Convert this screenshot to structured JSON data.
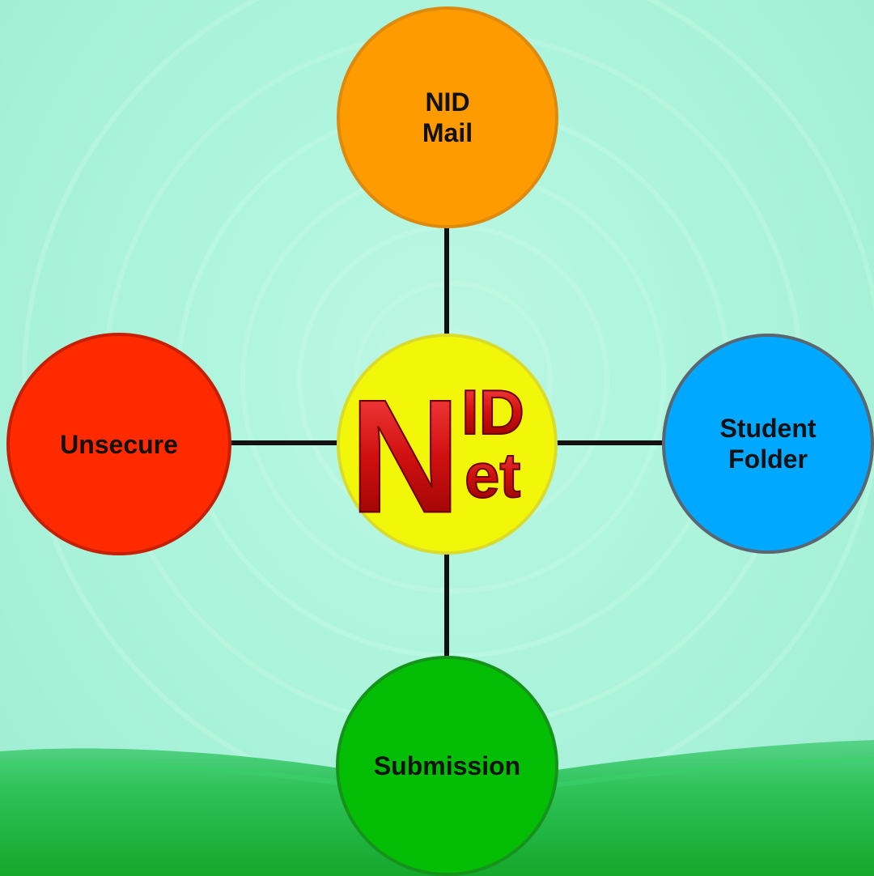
{
  "nodes": {
    "mail": {
      "label": "NID\nMail",
      "color": "#fd9b00"
    },
    "unsecure": {
      "label": "Unsecure",
      "color": "#ff2a00"
    },
    "folder": {
      "label": "Student\nFolder",
      "color": "#00a8ff"
    },
    "submission": {
      "label": "Submission",
      "color": "#04be06"
    },
    "center": {
      "color": "#f2f70a"
    }
  },
  "logo": {
    "big_letter": "N",
    "top_letters": "ID",
    "bottom_letters": "et",
    "color": "#d01010"
  }
}
